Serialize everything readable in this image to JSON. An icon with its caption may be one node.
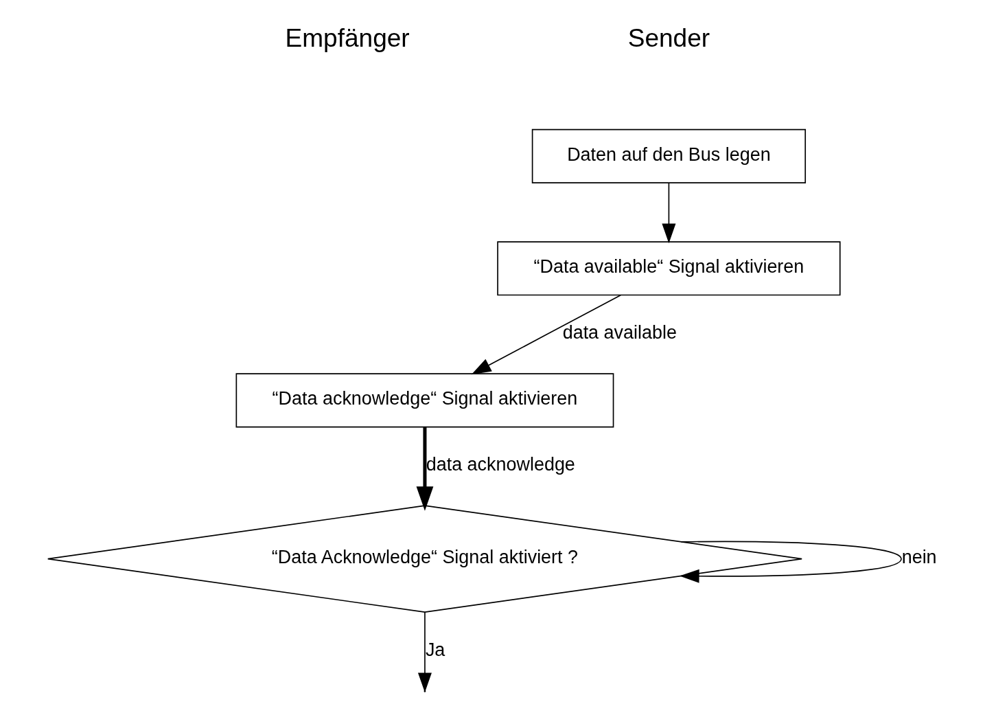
{
  "diagram": {
    "nodes": [
      {
        "text": [
          "Daten auf den Bus legen"
        ]
      },
      {
        "text": [
          "“Data available“ Signal aktivieren"
        ]
      },
      {
        "text": [
          "“Data acknowledge“ Signal aktivieren"
        ]
      },
      {
        "text": [
          "“Data Acknowledge“ Signal aktiviert ?"
        ]
      }
    ],
    "edges": [
      {
        "from": 0,
        "to": 1,
        "arrow": "to"
      },
      {
        "from": 1,
        "to": 2,
        "arrow": "to",
        "label": "data available"
      },
      {
        "from": 2,
        "to": 3,
        "arrow": "to",
        "label": "data acknowledge",
        "style": "thick"
      },
      {
        "from": 3,
        "to": 3,
        "arrow": "to",
        "label": "nein"
      },
      {
        "from": 3,
        "to": null,
        "arrow": "to",
        "label": "Ja"
      }
    ],
    "labels": [
      "Sender",
      "Empfänger"
    ]
  }
}
